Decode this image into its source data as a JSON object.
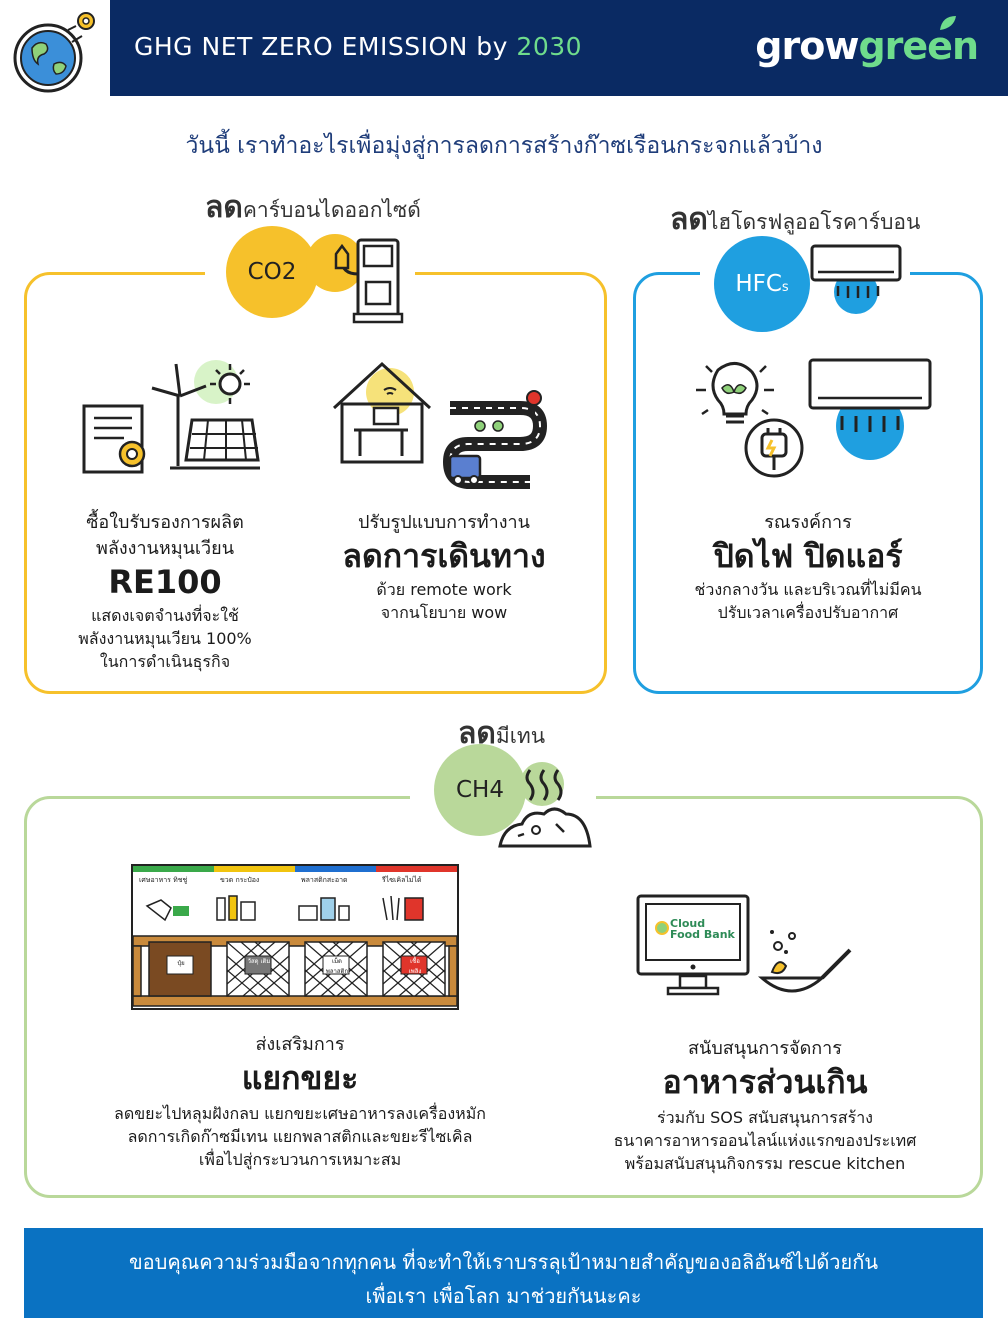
{
  "header": {
    "title_prefix": "GHG NET ZERO EMISSION by ",
    "title_year": "2030",
    "brand_grow": "grow",
    "brand_green": "green",
    "logo_icon": "globe-gear-icon"
  },
  "subtitle": "วันนี้ เราทำอะไรเพื่อมุ่งสู่การลดการสร้างก๊าซเรือนกระจกแล้วบ้าง",
  "co2": {
    "label_big": "ลด",
    "label_rest": "คาร์บอนไดออกไซด์",
    "badge": "CO2",
    "icon": "fuel-pump-icon",
    "left": {
      "line1": "ซื้อใบรับรองการผลิต",
      "line2": "พลังงานหมุนเวียน",
      "headline": "RE100",
      "desc1": "แสดงเจตจำนงที่จะใช้",
      "desc2": "พลังงานหมุนเวียน 100%",
      "desc3": "ในการดำเนินธุรกิจ"
    },
    "right": {
      "line1": "ปรับรูปแบบการทำงาน",
      "headline": "ลดการเดินทาง",
      "desc1": "ด้วย remote work",
      "desc2": "จากนโยบาย wow"
    }
  },
  "hfc": {
    "label_big": "ลด",
    "label_rest": "ไฮโดรฟลูออโรคาร์บอน",
    "badge_main": "HFC",
    "badge_sub": "s",
    "line1": "รณรงค์การ",
    "headline": "ปิดไฟ ปิดแอร์",
    "desc1": "ช่วงกลางวัน และบริเวณที่ไม่มีคน",
    "desc2": "ปรับเวลาเครื่องปรับอากาศ"
  },
  "ch4": {
    "label_big": "ลด",
    "label_rest": "มีเทน",
    "badge": "CH4",
    "bins": [
      {
        "header": "เศษอาหาร ทิชชู่",
        "color": "#3aa94a",
        "tag": "ปุ๋ย"
      },
      {
        "header": "ขวด กระป๋อง",
        "color": "#f1c40f",
        "tag": "วัสดุ เติม"
      },
      {
        "header": "พลาสติกสะอาด",
        "color": "#1f6fd0",
        "tag": "เม็ด พลาสติก"
      },
      {
        "header": "รีไซเคิลไม่ได้",
        "color": "#e0352b",
        "tag": "เชื้อ เพลิง"
      }
    ],
    "left": {
      "line1": "ส่งเสริมการ",
      "headline": "แยกขยะ",
      "desc1": "ลดขยะไปหลุมฝังกลบ แยกขยะเศษอาหารลงเครื่องหมัก",
      "desc2": "ลดการเกิดก๊าซมีเทน แยกพลาสติกและขยะรีไซเคิล",
      "desc3": "เพื่อไปสู่กระบวนการเหมาะสม"
    },
    "monitor_brand1": "Cloud",
    "monitor_brand2": "Food Bank",
    "right": {
      "line1": "สนับสนุนการจัดการ",
      "headline": "อาหารส่วนเกิน",
      "desc1": "ร่วมกับ SOS สนับสนุนการสร้าง",
      "desc2": "ธนาคารอาหารออนไลน์แห่งแรกของประเทศ",
      "desc3": "พร้อมสนับสนุนกิจกรรม rescue kitchen"
    }
  },
  "footer": {
    "line1": "ขอบคุณความร่วมมือจากทุกคน  ที่จะทำให้เราบรรลุเป้าหมายสำคัญของอลิอันซ์ไปด้วยกัน",
    "line2": "เพื่อเรา เพื่อโลก มาช่วยกันนะคะ"
  }
}
